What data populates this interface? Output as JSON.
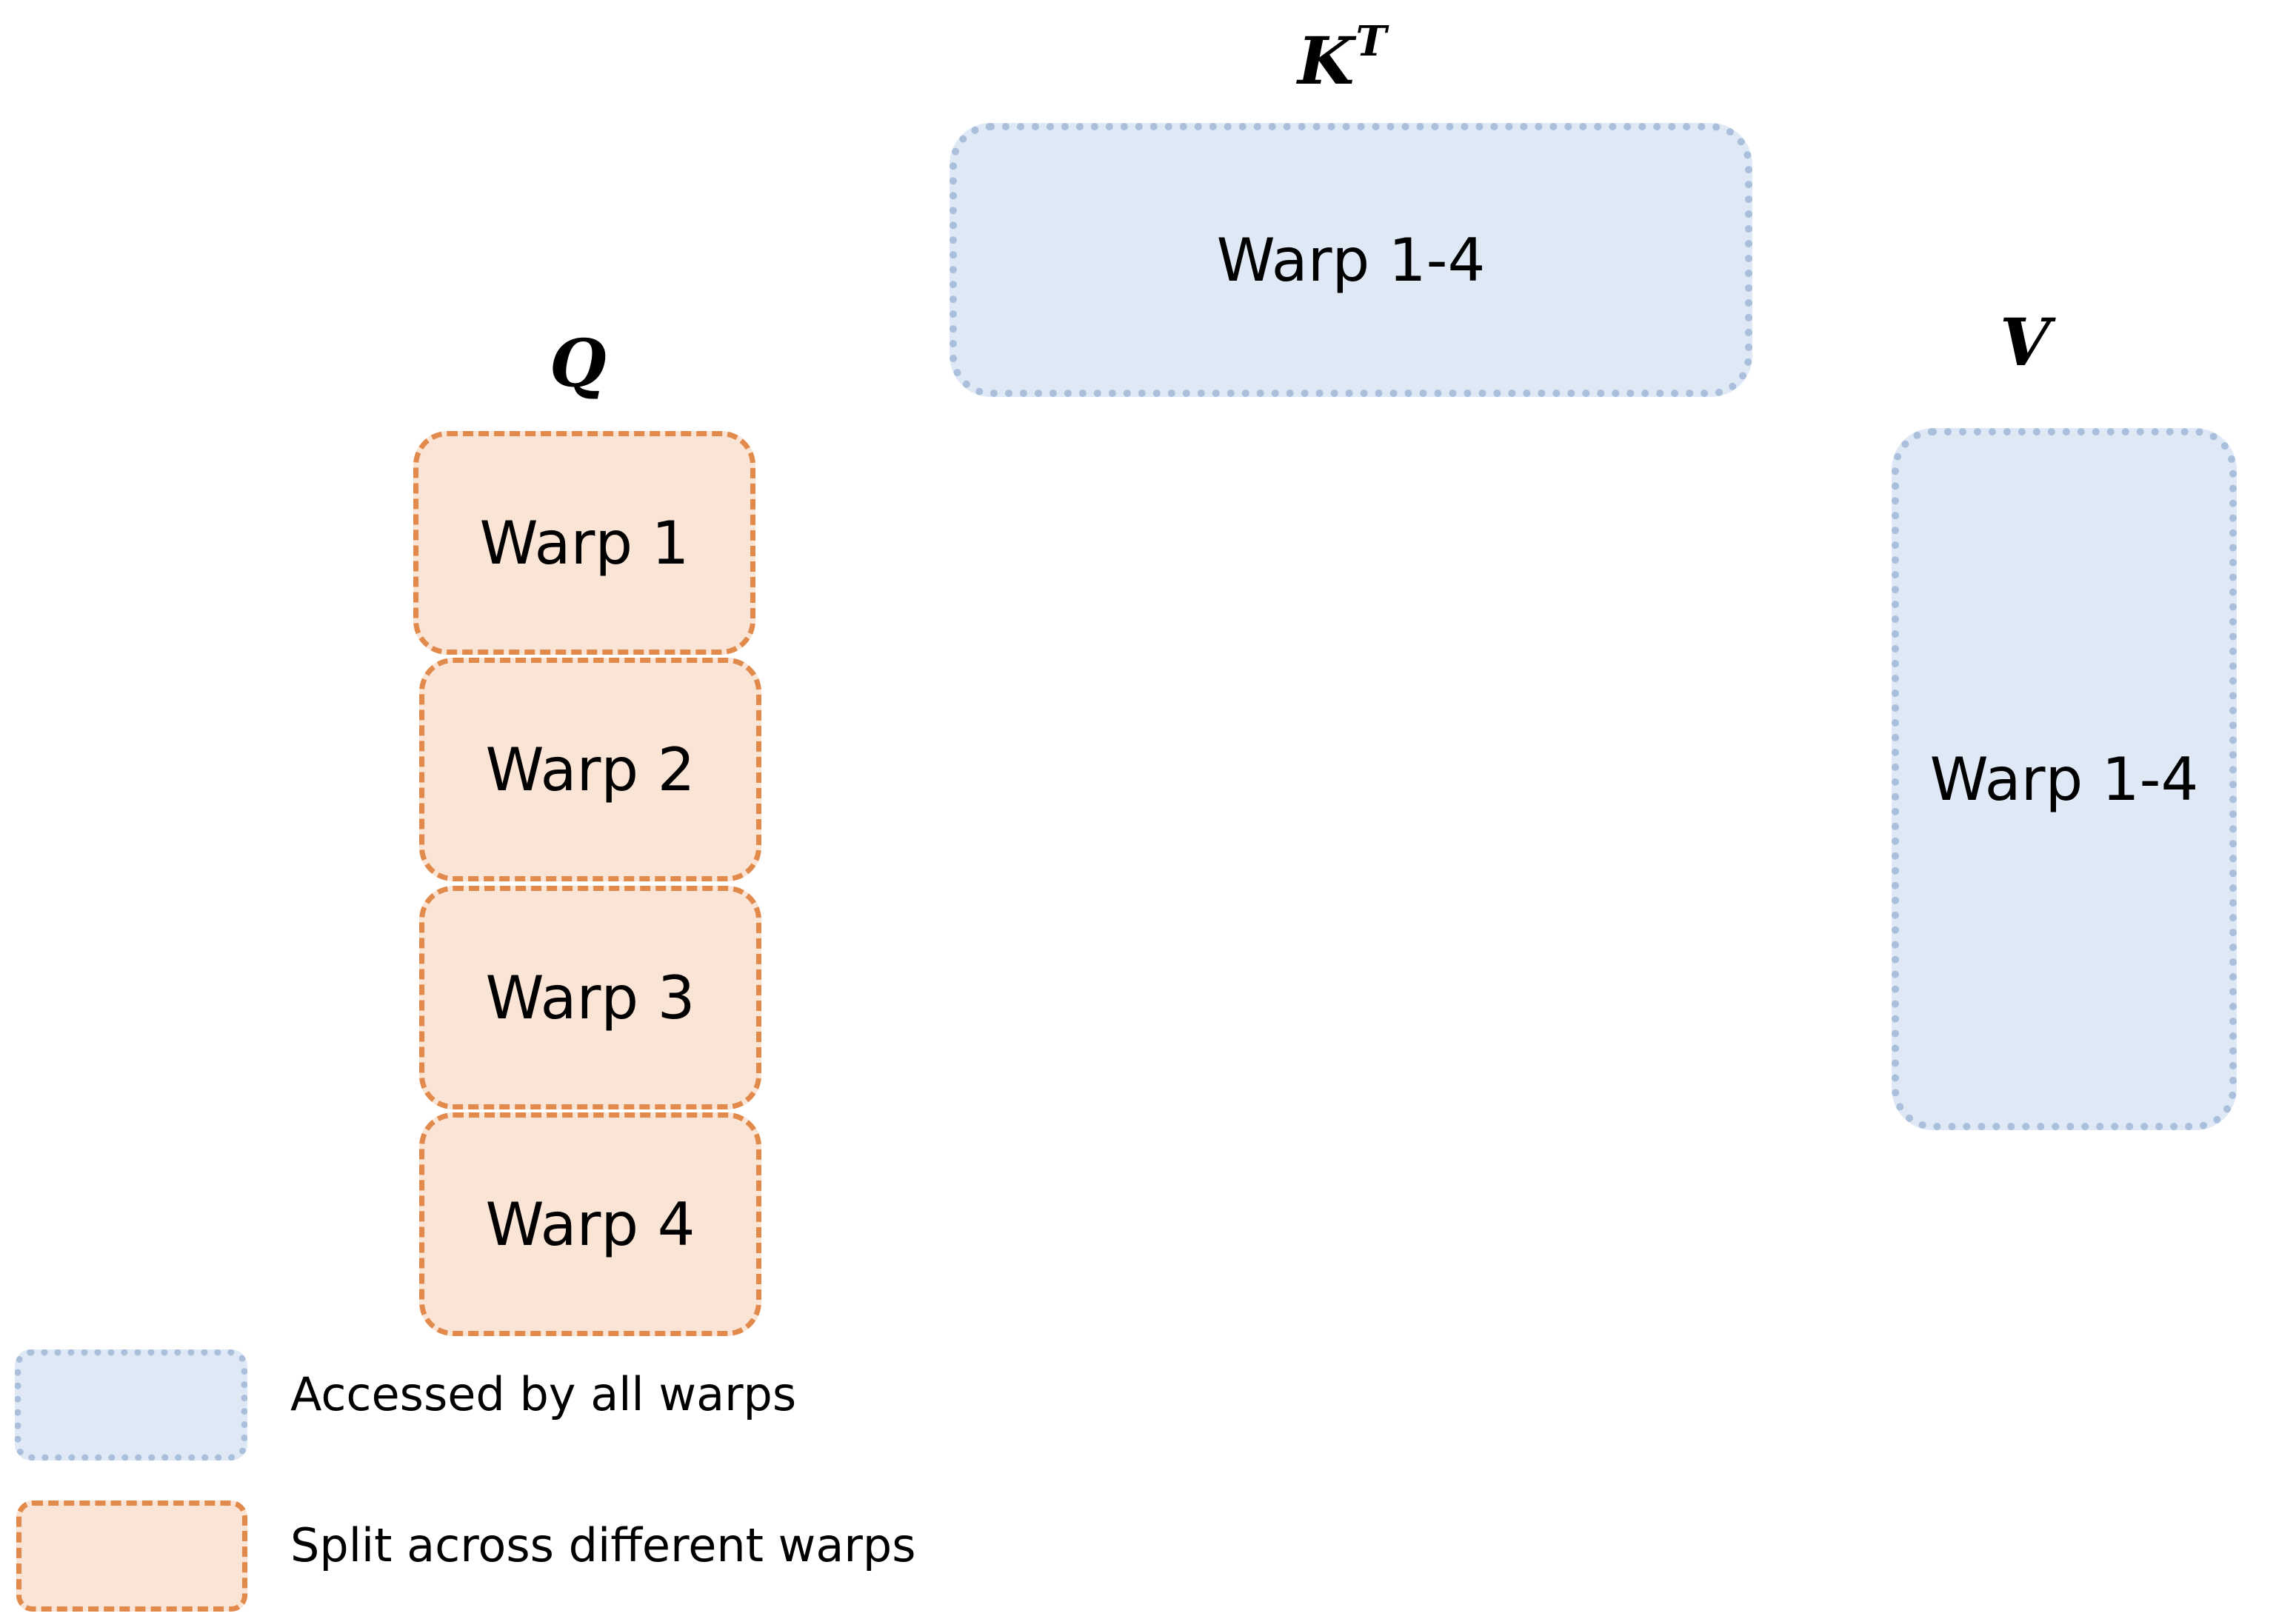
{
  "matrices": {
    "k": {
      "name": "K",
      "sup": "T",
      "label": "Warp 1-4"
    },
    "q": {
      "name": "Q",
      "rows": [
        "Warp 1",
        "Warp 2",
        "Warp 3",
        "Warp 4"
      ]
    },
    "v": {
      "name": "V",
      "label": "Warp 1-4"
    }
  },
  "legend": {
    "shared": "Accessed by all warps",
    "split": "Split across different warps"
  },
  "colors": {
    "shared_fill": "#dfe8f5",
    "shared_border": "#a9bfdb",
    "split_fill": "#fae4d5",
    "split_border": "#e28a4b"
  }
}
